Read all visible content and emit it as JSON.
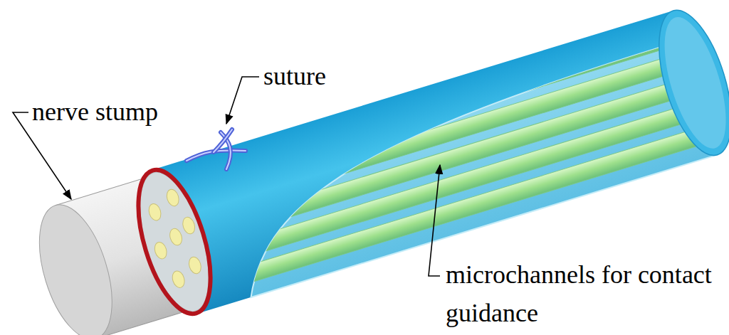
{
  "diagram": {
    "labels": [
      "nerve stump",
      "suture",
      "microchannels for contact guidance"
    ]
  }
}
